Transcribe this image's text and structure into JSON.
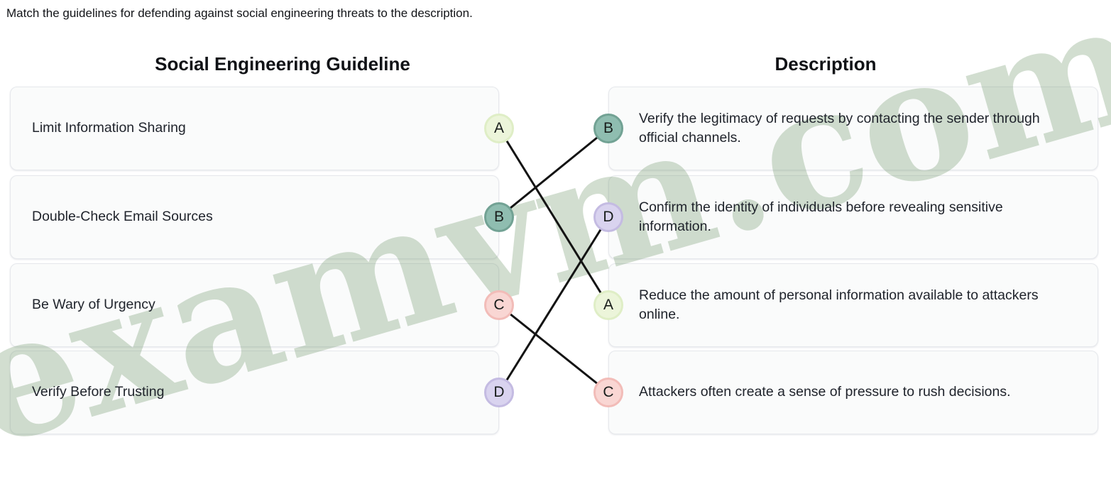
{
  "instruction": "Match the guidelines for defending against social engineering threats to the description.",
  "headers": {
    "left": "Social Engineering Guideline",
    "right": "Description"
  },
  "left_items": [
    {
      "badge": "A",
      "text": "Limit Information Sharing"
    },
    {
      "badge": "B",
      "text": "Double-Check Email Sources"
    },
    {
      "badge": "C",
      "text": "Be Wary of Urgency"
    },
    {
      "badge": "D",
      "text": "Verify Before Trusting"
    }
  ],
  "right_items": [
    {
      "badge": "B",
      "text": "Verify the legitimacy of requests by contacting the sender through official channels."
    },
    {
      "badge": "D",
      "text": "Confirm the identity of individuals before revealing sensitive information."
    },
    {
      "badge": "A",
      "text": "Reduce the amount of personal information available to attackers online."
    },
    {
      "badge": "C",
      "text": "Attackers often create a sense of pressure to rush decisions."
    }
  ],
  "connections": [
    {
      "left_row": 0,
      "right_row": 2
    },
    {
      "left_row": 1,
      "right_row": 0
    },
    {
      "left_row": 2,
      "right_row": 3
    },
    {
      "left_row": 3,
      "right_row": 1
    }
  ],
  "badge_colors": {
    "A": {
      "fill": "#ecf5da",
      "border": "#dfeec6"
    },
    "B": {
      "fill": "#8fbdb0",
      "border": "#72a294"
    },
    "C": {
      "fill": "#f9d6d3",
      "border": "#f2bcb8"
    },
    "D": {
      "fill": "#d9d3ef",
      "border": "#c4bbe2"
    }
  },
  "line_color": "#141414",
  "line_width": 3,
  "watermark": {
    "text": "examvm.com",
    "color": "rgba(107,146,101,0.30)"
  }
}
